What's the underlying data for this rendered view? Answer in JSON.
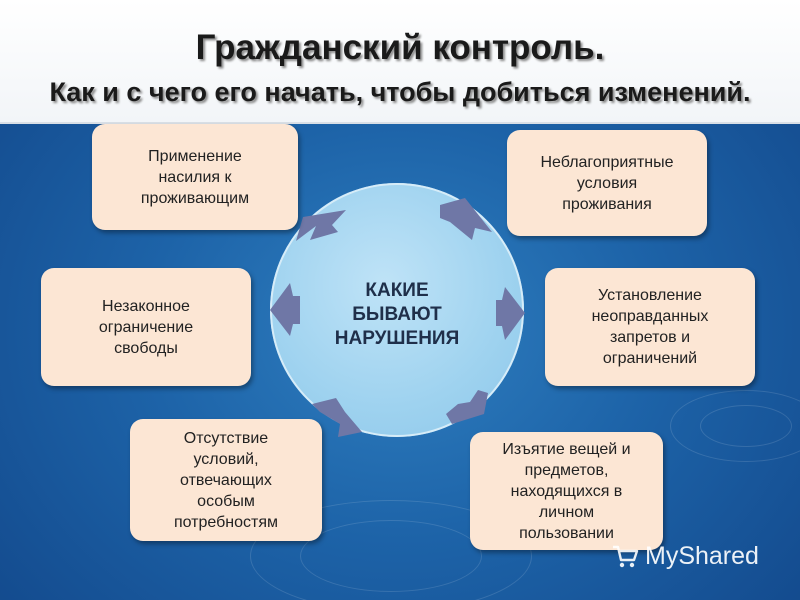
{
  "header": {
    "title": "Гражданский контроль.",
    "subtitle": "Как и с чего его начать,  чтобы добиться изменений."
  },
  "center": {
    "lines": [
      "КАКИЕ",
      "БЫВАЮТ",
      "НАРУШЕНИЯ"
    ]
  },
  "boxes": {
    "top_left": [
      "Применение",
      "насилия к",
      "проживающим"
    ],
    "top_right": [
      "Неблагоприятные",
      "условия",
      "проживания"
    ],
    "mid_left": [
      "Незаконное",
      "ограничение",
      "свободы"
    ],
    "mid_right": [
      "Установление",
      "неоправданных",
      "запретов и",
      "ограничений"
    ],
    "bottom_left": [
      "Отсутствие",
      "условий,",
      "отвечающих",
      "особым",
      "потребностям"
    ],
    "bottom_right": [
      "Изъятие вещей и",
      "предметов,",
      "находящихся в",
      "личном",
      "пользовании"
    ]
  },
  "watermark": {
    "text": "MyShared",
    "icon": "cart-icon"
  },
  "colors": {
    "background": "#1d63a8",
    "box_fill": "#fce6d4",
    "circle_fill": "#a8d7f1",
    "arrow": "#6f77a6"
  }
}
